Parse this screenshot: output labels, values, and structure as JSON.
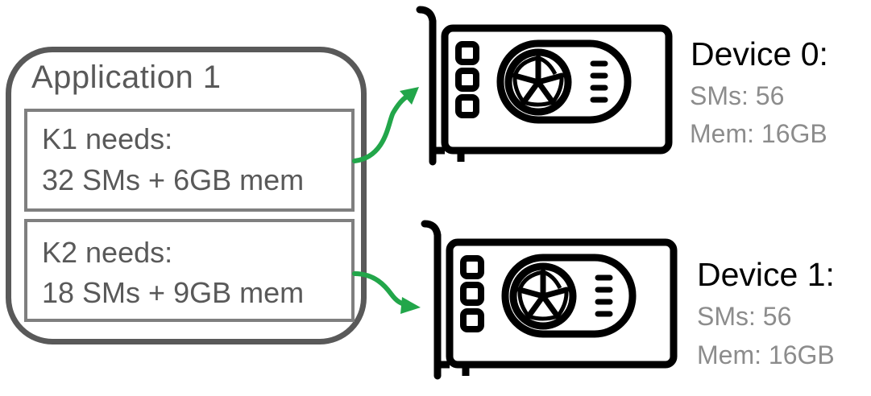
{
  "application": {
    "title": "Application 1",
    "kernels": [
      {
        "name_line": "K1 needs:",
        "req_line": "32 SMs + 6GB mem"
      },
      {
        "name_line": "K2 needs:",
        "req_line": "18 SMs + 9GB mem"
      }
    ]
  },
  "devices": [
    {
      "title": "Device 0:",
      "sms": "SMs: 56",
      "mem": "Mem: 16GB"
    },
    {
      "title": "Device 1:",
      "sms": "SMs: 56",
      "mem": "Mem: 16GB"
    }
  ],
  "colors": {
    "box": "#595959",
    "inner_box": "#7f7f7f",
    "arrow": "#22a64a",
    "gpu": "#000000",
    "spec": "#8c8c8c"
  },
  "icons": [
    "gpu-card-icon",
    "fan-icon",
    "arrow-icon"
  ]
}
